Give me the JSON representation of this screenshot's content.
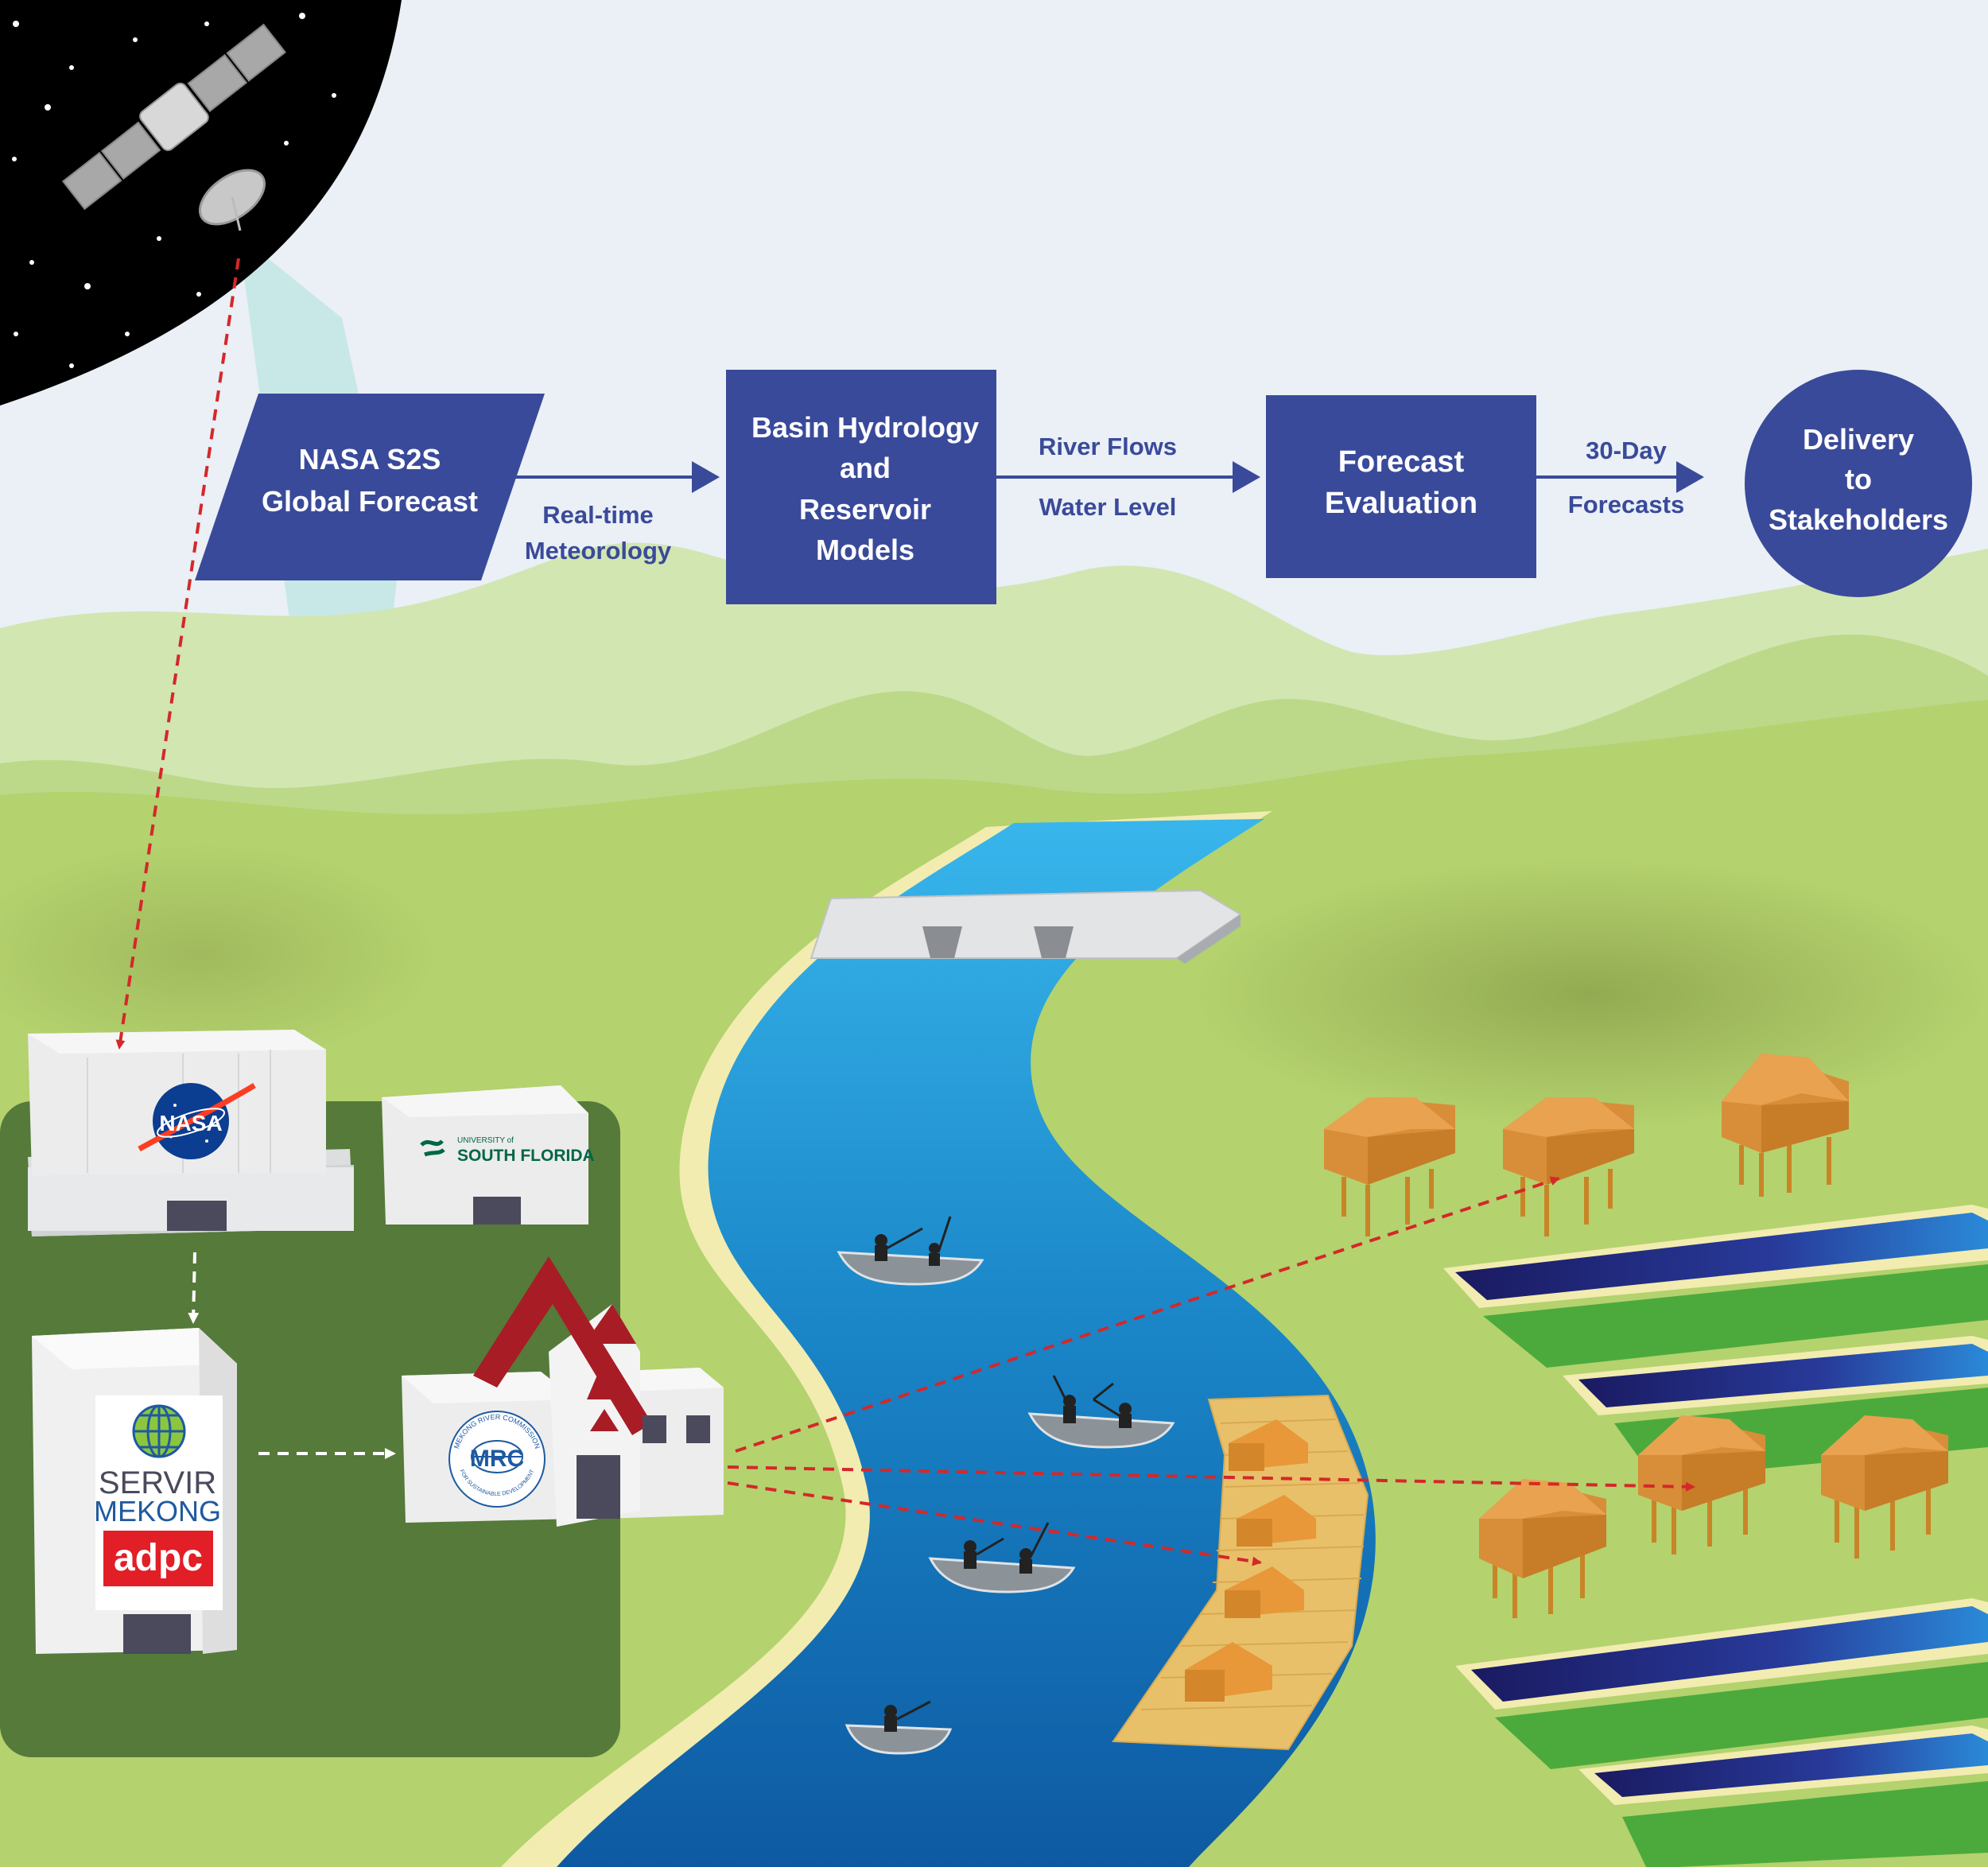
{
  "flow": {
    "node1_line1": "NASA S2S",
    "node1_line2": "Global Forecast",
    "edge1_line1": "Real-time",
    "edge1_line2": "Meteorology",
    "node2_line1": "Basin Hydrology",
    "node2_line2": "and",
    "node2_line3": "Reservoir",
    "node2_line4": "Models",
    "edge2_line1": "River Flows",
    "edge2_line2": "Water Level",
    "node3_line1": "Forecast",
    "node3_line2": "Evaluation",
    "edge3_line1": "30-Day",
    "edge3_line2": "Forecasts",
    "node4_line1": "Delivery",
    "node4_line2": "to",
    "node4_line3": "Stakeholders"
  },
  "logos": {
    "nasa": "NASA",
    "usf_line1": "UNIVERSITY of",
    "usf_line2": "SOUTH FLORIDA",
    "servir_line1": "SERVIR",
    "servir_line2": "MEKONG",
    "adpc": "adpc",
    "mrc": "MRC",
    "mrc_arc_top": "MEKONG RIVER COMMISSION",
    "mrc_arc_bottom": "FOR SUSTAINABLE DEVELOPMENT"
  },
  "colors": {
    "flow_box": "#3a4a9a",
    "arrow_red": "#d4282a",
    "river": "#1a86c8",
    "space": "#000000",
    "grass": "#b4d26e",
    "dark_panel": "#557a3a",
    "roof_red": "#a81c26"
  }
}
